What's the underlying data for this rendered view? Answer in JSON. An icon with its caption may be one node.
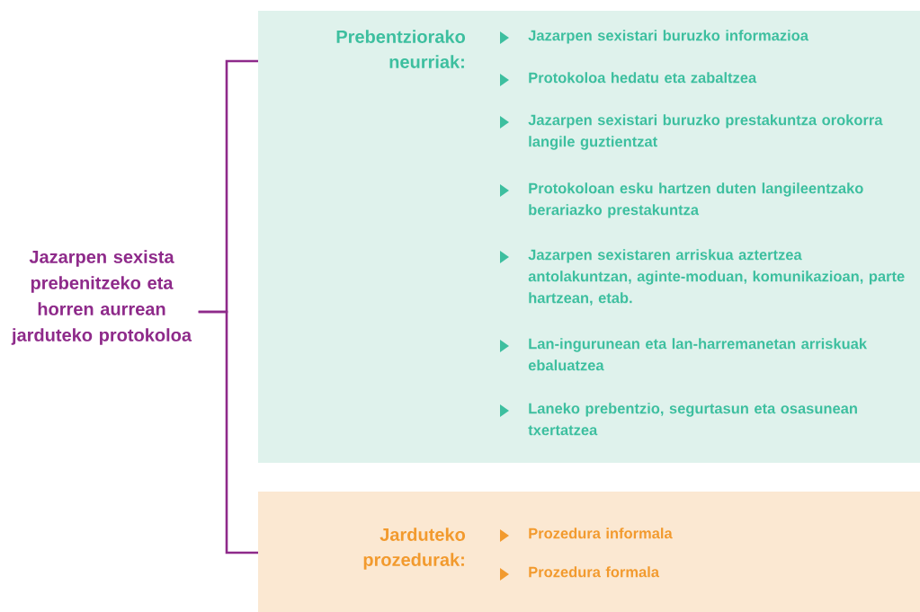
{
  "diagram": {
    "nodes": [
      {
        "text": [
          "Jazarpen sexista prebenitzeko eta horren aurrean jarduteko protokoloa"
        ]
      },
      {
        "text": [
          "Prebentziorako neurriak:",
          "Jazarpen sexistari buruzko informazioa",
          "Protokoloa hedatu eta zabaltzea",
          "Jazarpen sexistari buruzko prestakuntza orokorra langile guztientzat",
          "Protokoloan esku hartzen duten langileentzako berariazko prestakuntza",
          "Jazarpen sexistaren arriskua aztertzea antolakuntzan, aginte-moduan, komunikazioan, parte hartzean, etab.",
          "Lan-ingurunean eta lan-harremanetan arriskuak ebaluatzea",
          "Laneko prebentzio, segurtasun eta osasunean txertatzea"
        ]
      },
      {
        "text": [
          "Jarduteko prozedurak:",
          "Prozedura informala",
          "Prozedura formala"
        ]
      }
    ],
    "edges": [
      {
        "from": 0,
        "to": 1,
        "arrow": "none"
      },
      {
        "from": 0,
        "to": 2,
        "arrow": "none"
      }
    ]
  }
}
